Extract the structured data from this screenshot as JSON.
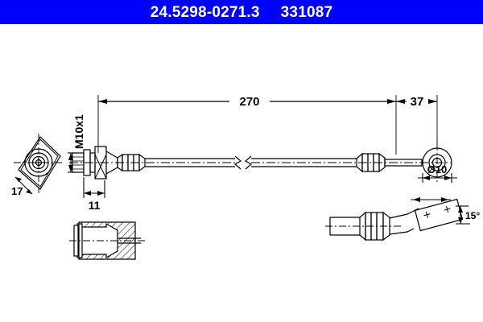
{
  "banner": {
    "part_number": "24.5298-0271.3",
    "reference_number": "331087",
    "background_color": "#0000ff",
    "text_color": "#ffffff"
  },
  "drawing": {
    "type": "technical-engineering-drawing",
    "subject": "brake hose assembly",
    "line_color": "#000000",
    "background_color": "#ffffff",
    "dimensions": {
      "overall_length": "270",
      "end_length": "37",
      "wrench_flat": "17",
      "fitting_length": "11",
      "thread": "M10x1",
      "eye_diameter": "Ø10",
      "angle": "15°"
    },
    "views": {
      "end_view_label": "left-end-face-view",
      "section_view_label": "lower-left-section-detail",
      "angled_detail_label": "lower-right-angled-end-detail"
    }
  }
}
